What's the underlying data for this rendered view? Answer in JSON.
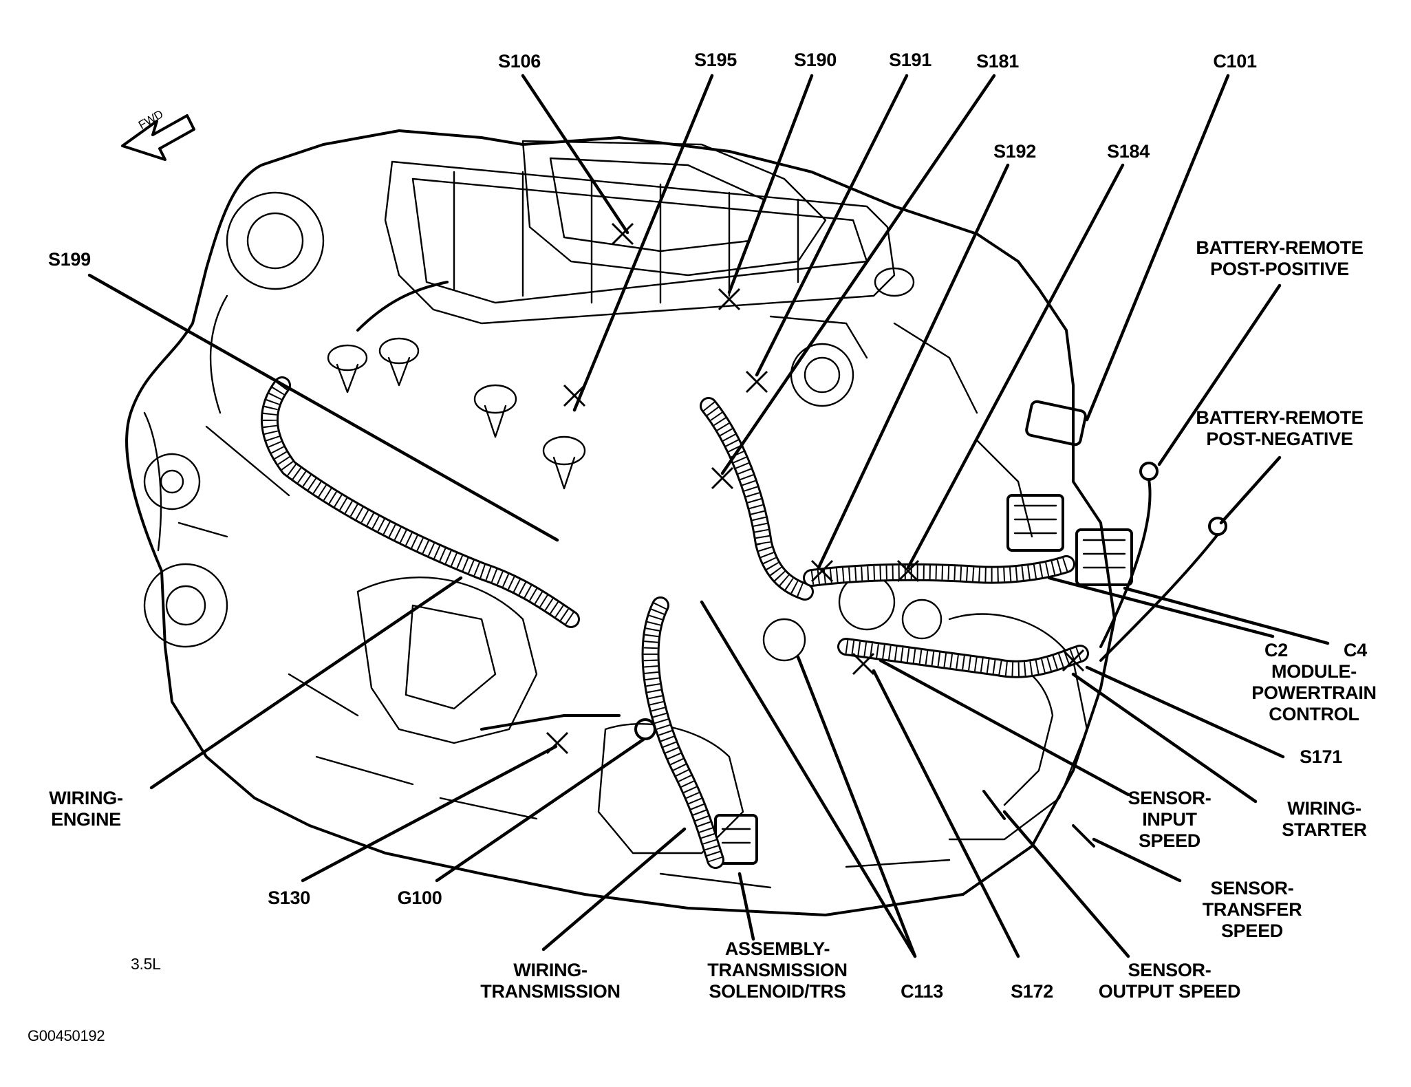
{
  "diagram": {
    "engine_label": "3.5L",
    "figure_id": "G00450192",
    "fwd_label": "FWD",
    "labels": {
      "s106": "S106",
      "s195": "S195",
      "s190": "S190",
      "s191": "S191",
      "s181": "S181",
      "c101": "C101",
      "s192": "S192",
      "s184": "S184",
      "s199": "S199",
      "batt_pos_1": "BATTERY-REMOTE",
      "batt_pos_2": "POST-POSITIVE",
      "batt_neg_1": "BATTERY-REMOTE",
      "batt_neg_2": "POST-NEGATIVE",
      "c2": "C2",
      "c4": "C4",
      "pcm_1": "MODULE-",
      "pcm_2": "POWERTRAIN",
      "pcm_3": "CONTROL",
      "s171": "S171",
      "wiring_engine_1": "WIRING-",
      "wiring_engine_2": "ENGINE",
      "sensor_input_1": "SENSOR-",
      "sensor_input_2": "INPUT",
      "sensor_input_3": "SPEED",
      "wiring_starter_1": "WIRING-",
      "wiring_starter_2": "STARTER",
      "s130": "S130",
      "g100": "G100",
      "sensor_transfer_1": "SENSOR-",
      "sensor_transfer_2": "TRANSFER",
      "sensor_transfer_3": "SPEED",
      "wiring_trans_1": "WIRING-",
      "wiring_trans_2": "TRANSMISSION",
      "asm_1": "ASSEMBLY-",
      "asm_2": "TRANSMISSION",
      "asm_3": "SOLENOID/TRS",
      "c113": "C113",
      "s172": "S172",
      "sensor_output_1": "SENSOR-",
      "sensor_output_2": "OUTPUT SPEED"
    }
  }
}
